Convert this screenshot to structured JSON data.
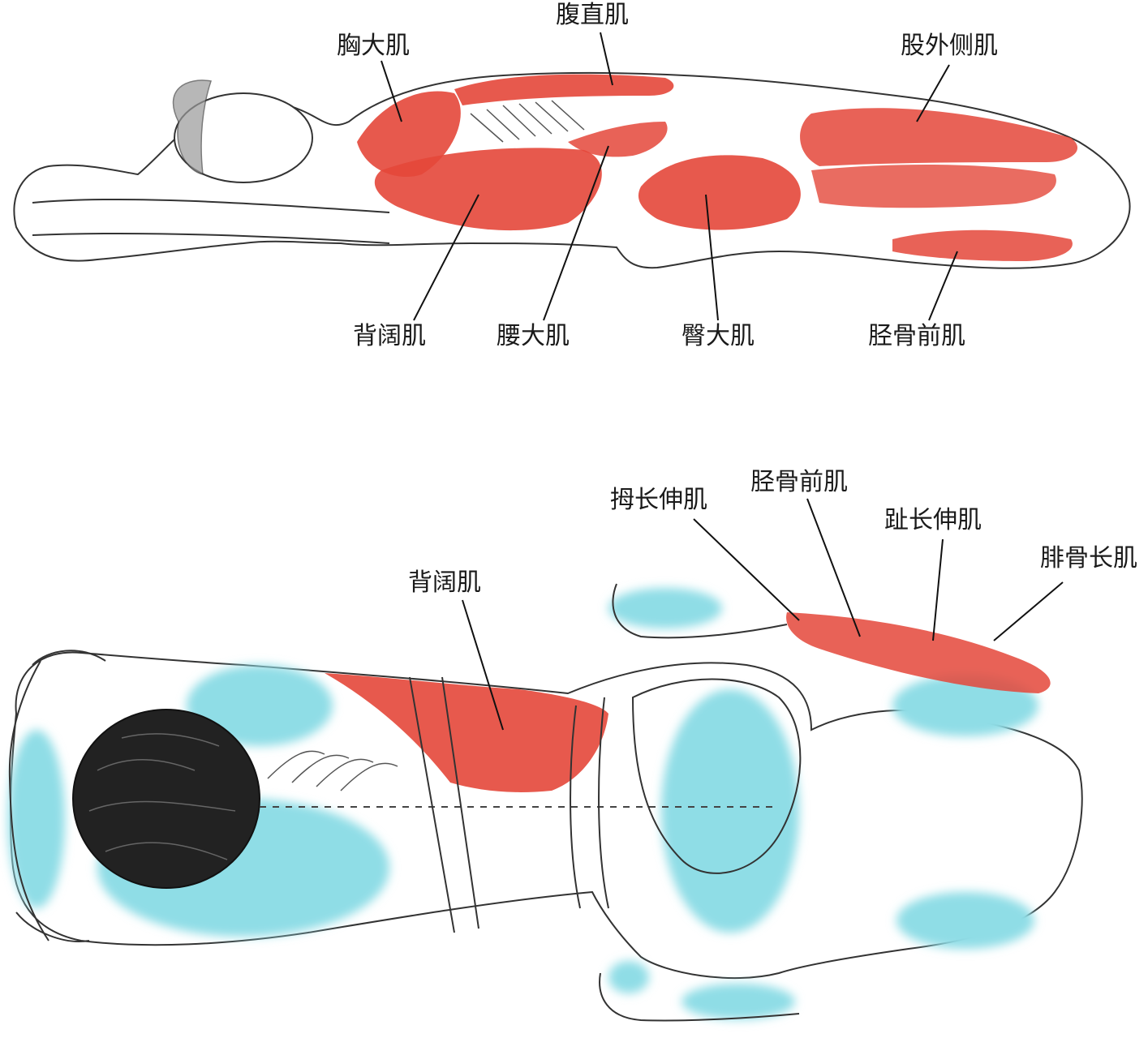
{
  "colors": {
    "muscle": "#e4473a",
    "muscle_light": "#f08a78",
    "support": "#8fdde6",
    "outline": "#333333",
    "skin": "#ffffff"
  },
  "top_figure": {
    "labels": {
      "pectoralis_major": "胸大肌",
      "rectus_abdominis": "腹直肌",
      "vastus_lateralis": "股外侧肌",
      "latissimus_dorsi": "背阔肌",
      "psoas_major": "腰大肌",
      "gluteus_maximus": "臀大肌",
      "tibialis_anterior": "胫骨前肌"
    }
  },
  "bottom_figure": {
    "labels": {
      "extensor_hallucis_longus": "拇长伸肌",
      "tibialis_anterior": "胫骨前肌",
      "extensor_digitorum_longus": "趾长伸肌",
      "peroneus_longus": "腓骨长肌",
      "latissimus_dorsi": "背阔肌"
    }
  }
}
